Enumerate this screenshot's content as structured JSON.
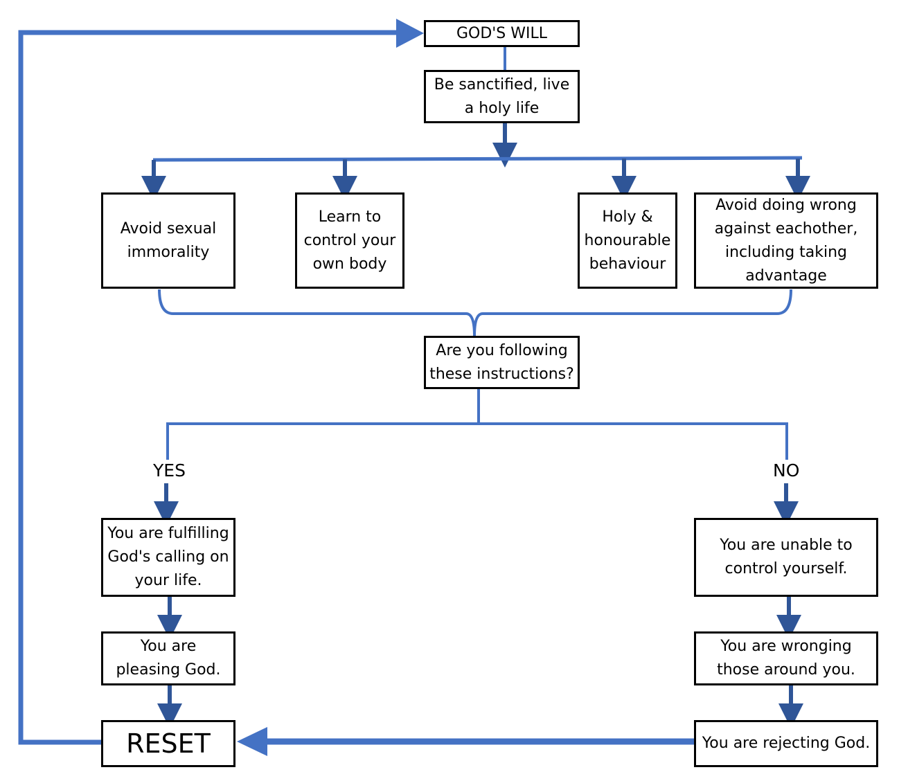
{
  "nodes": {
    "gods_will": "GOD'S WILL",
    "sanctified": "Be sanctified, live a holy life",
    "avoid_immorality": "Avoid sexual immorality",
    "control_body": "Learn to control your own body",
    "holy_behaviour": "Holy & honourable behaviour",
    "avoid_wrong": "Avoid doing wrong against eachother, including taking advantage",
    "question": "Are you following these instructions?",
    "fulfilling": "You are fulfilling God's calling on your life.",
    "pleasing": "You are pleasing God.",
    "reset": "RESET",
    "unable": "You are unable to control yourself.",
    "wronging": "You are wronging those around you.",
    "rejecting": "You are rejecting God."
  },
  "branches": {
    "yes": "YES",
    "no": "NO"
  },
  "colors": {
    "connector": "#4472c4",
    "arrow": "#2f5597",
    "border": "#000000"
  }
}
